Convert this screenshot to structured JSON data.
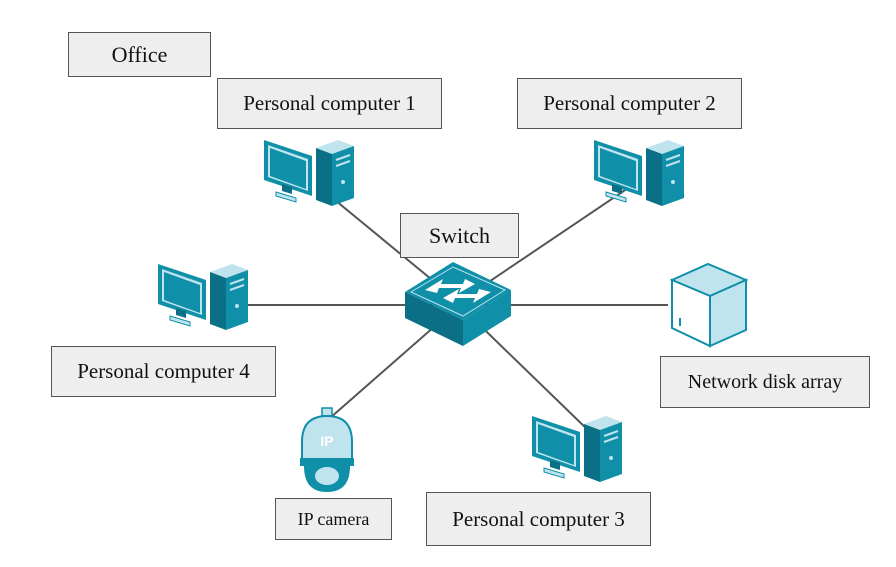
{
  "colors": {
    "teal": "#0f8fa8",
    "teal_dark": "#0b6f86",
    "teal_light": "#bfe4ee",
    "link": "#555555",
    "label_bg": "#eeeeee",
    "label_border": "#555555"
  },
  "labels": {
    "office": "Office",
    "pc1": "Personal computer 1",
    "pc2": "Personal computer 2",
    "pc3": "Personal computer 3",
    "pc4": "Personal computer 4",
    "switch": "Switch",
    "nas": "Network disk array",
    "camera": "IP camera",
    "camera_badge": "IP"
  },
  "nodes": [
    {
      "id": "switch",
      "icon": "network-switch-icon"
    },
    {
      "id": "pc1",
      "icon": "desktop-computer-icon"
    },
    {
      "id": "pc2",
      "icon": "desktop-computer-icon"
    },
    {
      "id": "pc3",
      "icon": "desktop-computer-icon"
    },
    {
      "id": "pc4",
      "icon": "desktop-computer-icon"
    },
    {
      "id": "nas",
      "icon": "disk-array-icon"
    },
    {
      "id": "camera",
      "icon": "dome-camera-icon"
    }
  ],
  "links": [
    {
      "from": "switch",
      "to": "pc1"
    },
    {
      "from": "switch",
      "to": "pc2"
    },
    {
      "from": "switch",
      "to": "pc3"
    },
    {
      "from": "switch",
      "to": "pc4"
    },
    {
      "from": "switch",
      "to": "nas"
    },
    {
      "from": "switch",
      "to": "camera"
    }
  ]
}
